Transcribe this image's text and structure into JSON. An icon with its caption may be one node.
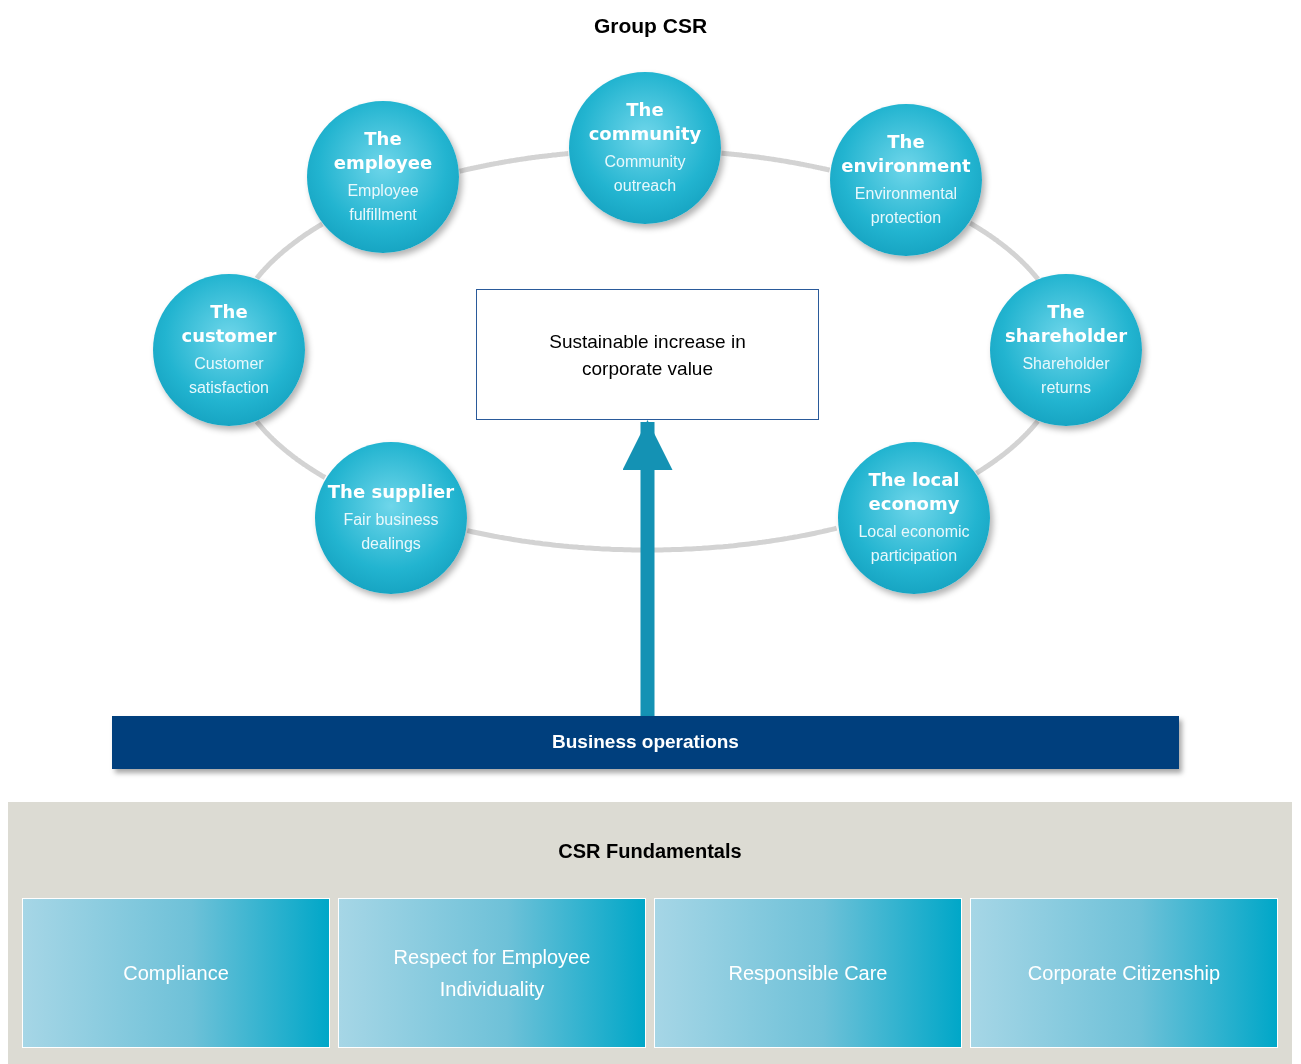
{
  "diagram": {
    "title": "Group CSR",
    "nodes": [
      {
        "text": [
          "The community",
          "Community outreach"
        ]
      },
      {
        "text": [
          "The employee",
          "Employee fulfillment"
        ]
      },
      {
        "text": [
          "The environment",
          "Environmental protection"
        ]
      },
      {
        "text": [
          "The customer",
          "Customer satisfaction"
        ]
      },
      {
        "text": [
          "Sustainable increase in corporate value"
        ]
      },
      {
        "text": [
          "The shareholder",
          "Shareholder returns"
        ]
      },
      {
        "text": [
          "The supplier",
          "Fair business dealings"
        ]
      },
      {
        "text": [
          "The local economy",
          "Local economic participation"
        ]
      },
      {
        "text": [
          "Business operations"
        ]
      },
      {
        "text": [
          "CSR Fundamentals"
        ]
      },
      {
        "text": [
          "Compliance"
        ],
        "in": 9
      },
      {
        "text": [
          "Respect for Employee Individuality"
        ],
        "in": 9
      },
      {
        "text": [
          "Responsible Care"
        ],
        "in": 9
      },
      {
        "text": [
          "Corporate Citizenship"
        ],
        "in": 9
      }
    ],
    "edges": [
      {
        "from": 1,
        "to": 0,
        "arrow": "none"
      },
      {
        "from": 0,
        "to": 2,
        "arrow": "none"
      },
      {
        "from": 2,
        "to": 5,
        "arrow": "none"
      },
      {
        "from": 5,
        "to": 7,
        "arrow": "none"
      },
      {
        "from": 7,
        "to": 6,
        "arrow": "none"
      },
      {
        "from": 6,
        "to": 3,
        "arrow": "none"
      },
      {
        "from": 3,
        "to": 1,
        "arrow": "none"
      },
      {
        "from": 8,
        "to": 4,
        "arrow": "to",
        "style": "thick",
        "color": "#1492b4"
      }
    ]
  }
}
